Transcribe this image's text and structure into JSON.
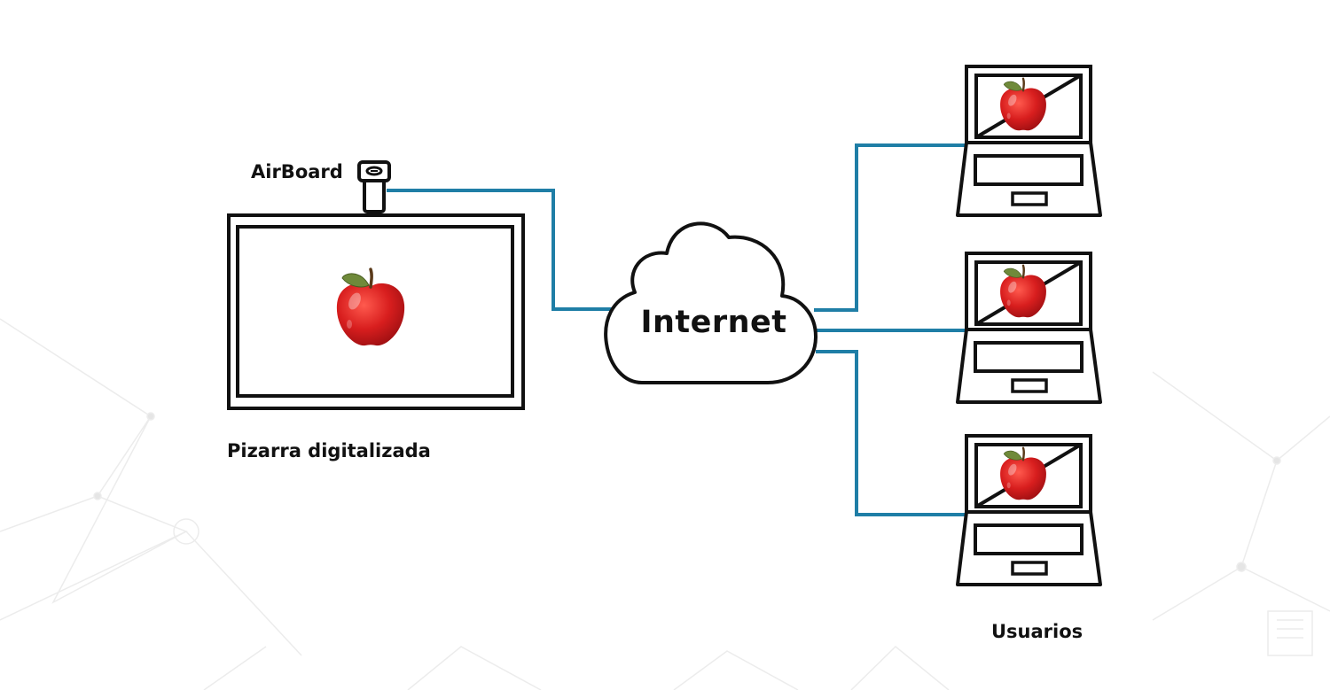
{
  "labels": {
    "airboard": "AirBoard",
    "whiteboard": "Pizarra digitalizada",
    "internet": "Internet",
    "users": "Usuarios"
  },
  "colors": {
    "connection": "#1f7ea6",
    "outline": "#111111",
    "apple": "#d81e1e",
    "leaf": "#6f8a3a",
    "background_network": "#ececec"
  },
  "icons": {
    "device": "airboard-camera-icon",
    "whiteboard": "whiteboard-icon",
    "network": "cloud-icon",
    "clients": "laptop-icon",
    "content": "apple-icon"
  },
  "user_count": 3
}
